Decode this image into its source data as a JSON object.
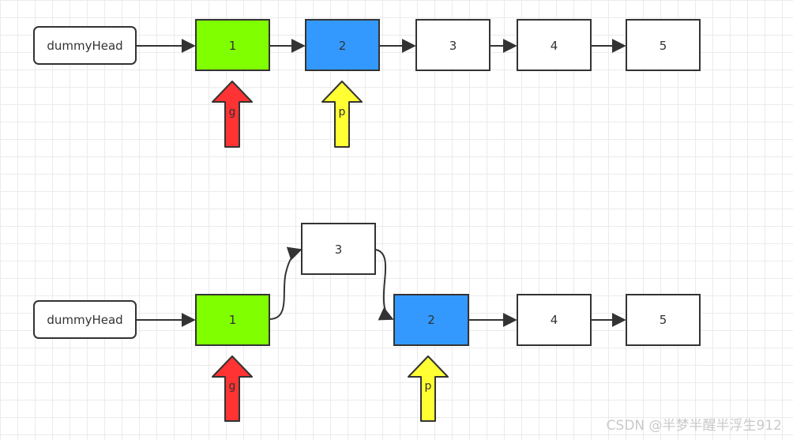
{
  "colors": {
    "node_border": "#333333",
    "node_fill": "#ffffff",
    "green_fill": "#80ff00",
    "blue_fill": "#3399ff",
    "red_arrow": "#ff3333",
    "yellow_arrow": "#ffff33",
    "edge": "#333333"
  },
  "top_list": {
    "head": "dummyHead",
    "nodes": [
      "1",
      "2",
      "3",
      "4",
      "5"
    ],
    "pointers": [
      "g",
      "p"
    ]
  },
  "bottom_list": {
    "head": "dummyHead",
    "nodes": [
      "1",
      "3",
      "2",
      "4",
      "5"
    ],
    "pointers": [
      "g",
      "p"
    ]
  },
  "watermark": "CSDN @半梦半醒半浮生912"
}
